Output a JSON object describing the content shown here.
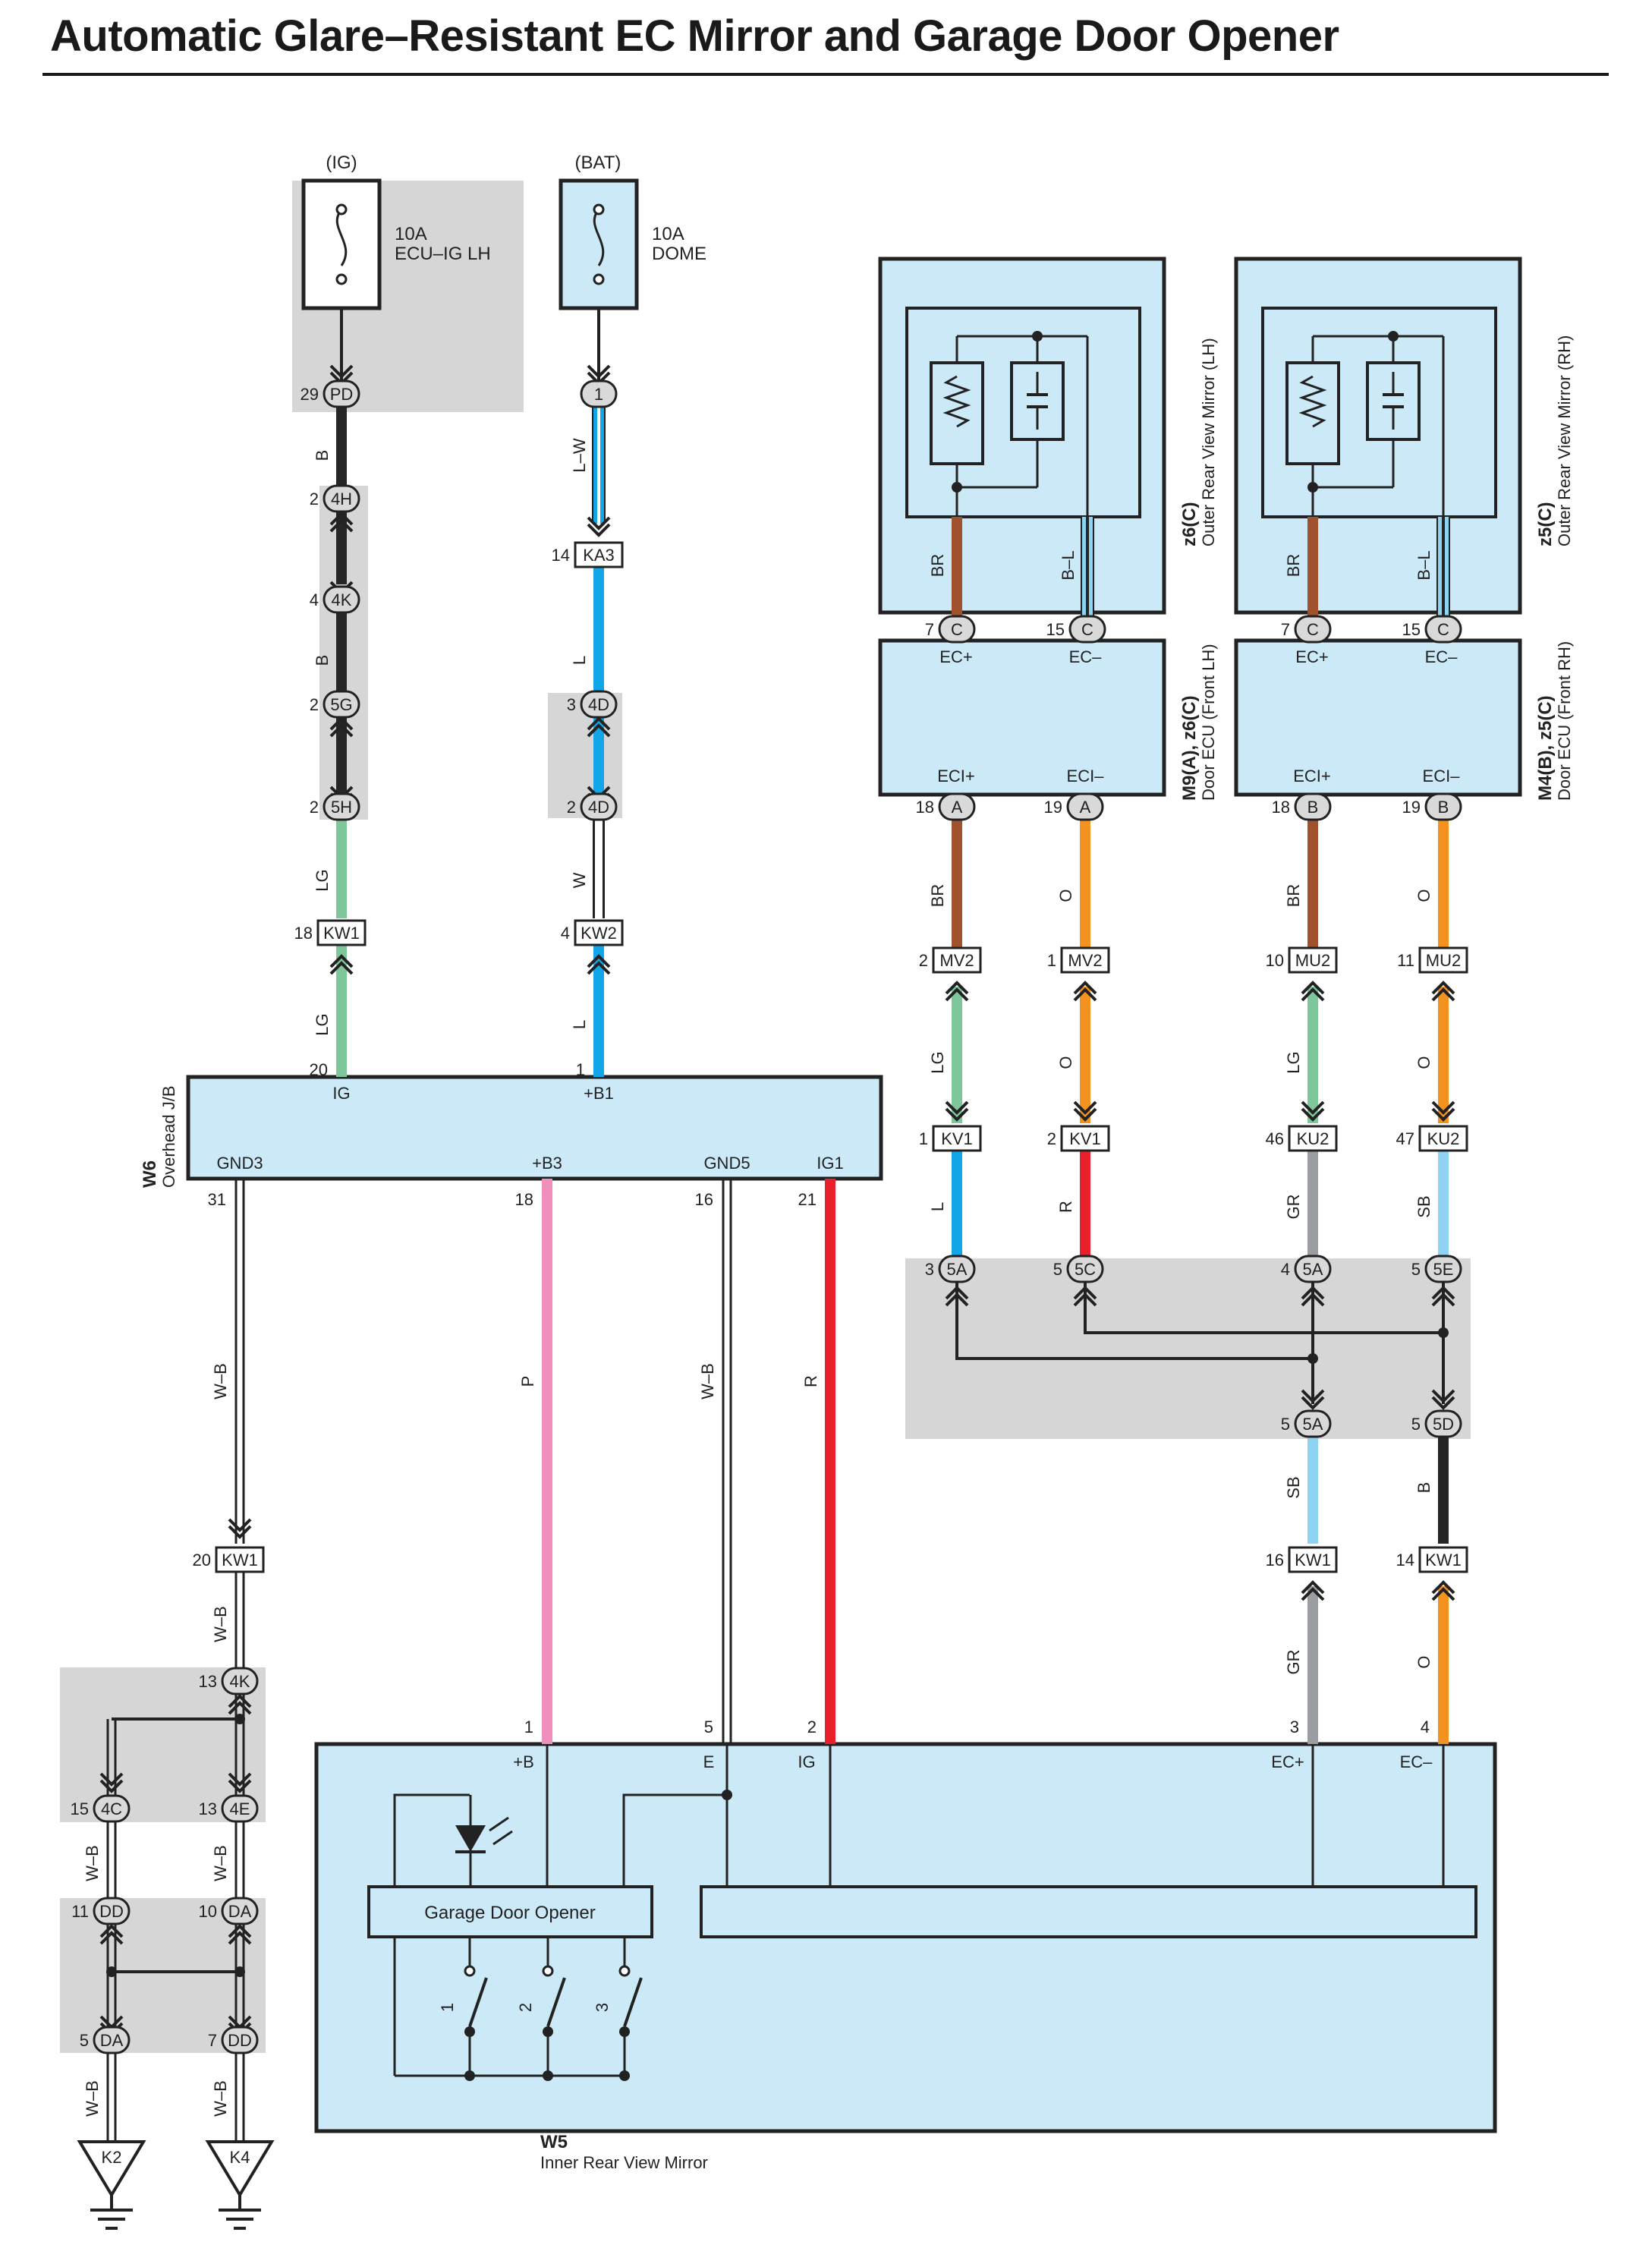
{
  "title": "Automatic Glare–Resistant EC Mirror and Garage Door Opener",
  "colors": {
    "B": "#262626",
    "L": "#12a5e8",
    "LG": "#80c69b",
    "W": "#ffffff",
    "BR": "#a0512e",
    "O": "#f3921f",
    "R": "#e8202a",
    "P": "#f08fbb",
    "GR": "#9a9ea2",
    "SB": "#8fd3f3",
    "panel": "#cce9f8",
    "shade": "#d6d6d6"
  },
  "power_sources": {
    "ig": {
      "label": "(IG)",
      "rating": "10A",
      "name": "ECU–IG LH"
    },
    "bat": {
      "label": "(BAT)",
      "rating": "10A",
      "name": "DOME"
    }
  },
  "components": {
    "w6": {
      "code": "W6",
      "name": "Overhead J/B",
      "pins": {
        "ig": "IG",
        "b1": "+B1",
        "gnd3": "GND3",
        "b3": "+B3",
        "gnd5": "GND5",
        "ig1": "IG1"
      }
    },
    "w5": {
      "code": "W5",
      "name": "Inner Rear View Mirror",
      "pins": {
        "b": "+B",
        "e": "E",
        "ig": "IG",
        "ecp": "EC+",
        "ecm": "EC–"
      },
      "garage_label": "Garage Door Opener",
      "switches": [
        "1",
        "2",
        "3"
      ]
    },
    "z6": {
      "code": "z6(C)",
      "name": "Outer Rear View Mirror (LH)"
    },
    "z5": {
      "code": "z5(C)",
      "name": "Outer Rear View Mirror (RH)"
    },
    "m9": {
      "code": "M9(A), z6(C)",
      "name": "Door ECU (Front LH)",
      "pins": {
        "ecp": "EC+",
        "ecm": "EC–",
        "ecip": "ECI+",
        "ecim": "ECI–"
      }
    },
    "m4": {
      "code": "M4(B), z5(C)",
      "name": "Door ECU (Front RH)",
      "pins": {
        "ecp": "EC+",
        "ecm": "EC–",
        "ecip": "ECI+",
        "ecim": "ECI–"
      }
    }
  },
  "grounds": [
    "K2",
    "K4"
  ],
  "pin_numbers": {
    "pd": "29",
    "h4": "2",
    "k4a": "4",
    "g5": "2",
    "h5": "2",
    "kw1a": "18",
    "w6ig": "20",
    "ka3": "14",
    "d4a": "3",
    "d4b": "2",
    "kw2": "4",
    "w6b1": "1",
    "gnd3": "31",
    "b3": "18",
    "gnd5": "16",
    "ig1": "21",
    "kw1b": "20",
    "k4b": "13",
    "c4": "15",
    "e4": "13",
    "dd1": "11",
    "da1": "10",
    "da2": "5",
    "dd2": "7",
    "w5b": "1",
    "w5e": "5",
    "w5ig": "2",
    "w5ecp": "3",
    "w5ecm": "4",
    "z6a": "7",
    "z6b": "15",
    "z5a": "7",
    "z5b": "15",
    "m9a": "18",
    "m9b": "19",
    "m4a": "18",
    "m4b": "19",
    "mv2a": "2",
    "mv2b": "1",
    "mu2a": "10",
    "mu2b": "11",
    "kv1a": "1",
    "kv1b": "2",
    "ku2a": "46",
    "ku2b": "47",
    "s5a1": "3",
    "s5c": "5",
    "s5a2": "4",
    "s5e": "5",
    "s5a3": "5",
    "s5d": "5",
    "kw1c": "16",
    "kw1d": "14"
  },
  "connector_labels": {
    "pd": "PD",
    "h4": "4H",
    "k4a": "4K",
    "g5": "5G",
    "h5": "5H",
    "kw1": "KW1",
    "c1": "1",
    "ka3": "KA3",
    "d4": "4D",
    "kw2": "KW2",
    "k4b": "4K",
    "c4": "4C",
    "e4": "4E",
    "dd": "DD",
    "da": "DA",
    "ca": "C",
    "aa": "A",
    "bb": "B",
    "mv2": "MV2",
    "mu2": "MU2",
    "kv1": "KV1",
    "ku2": "KU2",
    "s5a": "5A",
    "s5c": "5C",
    "s5e": "5E",
    "s5d": "5D"
  },
  "wire_codes": {
    "b1": "B",
    "b2": "B",
    "lg1": "LG",
    "lg2": "LG",
    "lw": "L–W",
    "l1": "L",
    "w1": "W",
    "l2": "L",
    "wb1": "W–B",
    "p": "P",
    "wb2": "W–B",
    "r": "R",
    "wb3": "W–B",
    "wb4": "W–B",
    "wb5": "W–B",
    "wb6": "W–B",
    "wb7": "W–B",
    "br1": "BR",
    "bl1": "B–L",
    "br2": "BR",
    "bl2": "B–L",
    "br3": "BR",
    "o1": "O",
    "br4": "BR",
    "o2": "O",
    "lg3": "LG",
    "o3": "O",
    "lg4": "LG",
    "o4": "O",
    "l3": "L",
    "r2": "R",
    "gr1": "GR",
    "sb1": "SB",
    "sb2": "SB",
    "b3": "B",
    "gr2": "GR",
    "o5": "O"
  }
}
